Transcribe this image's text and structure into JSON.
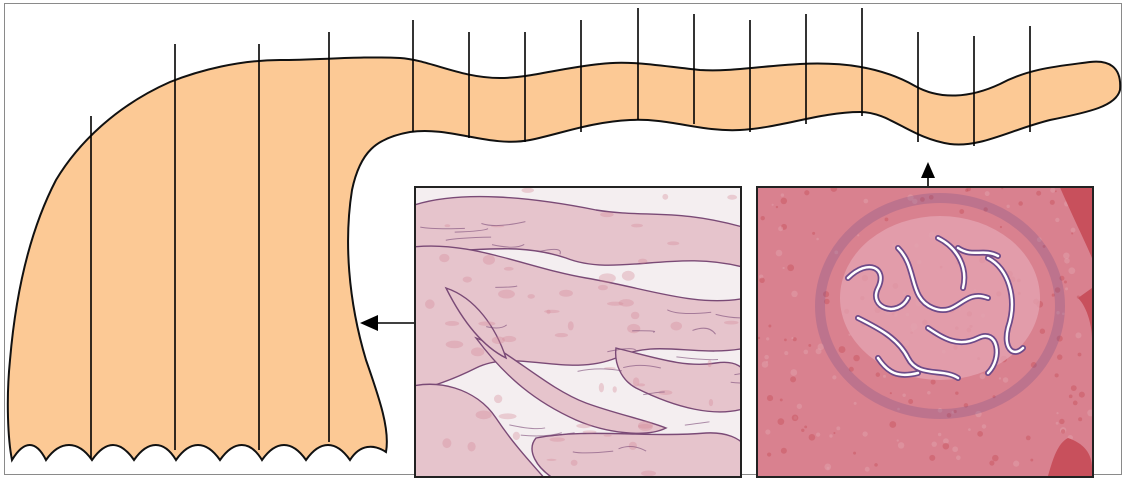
{
  "diagram": {
    "shape_fill": "#fcc995",
    "outline_color": "#111111",
    "section_line_color": "#000000",
    "arrow_color": "#000000"
  },
  "micrographs": [
    {
      "name": "left-micrograph",
      "stain": "H&E",
      "palette": {
        "background": "#f4eef0",
        "tissue": "#e6c4cc",
        "edge": "#7a4a76",
        "accent": "#d38a98"
      }
    },
    {
      "name": "right-micrograph",
      "stain": "H&E",
      "palette": {
        "background": "#d9818f",
        "tissue": "#e3a3b0",
        "gland": "#6d4a88",
        "lumen": "#ffffff",
        "vessel": "#c8505c"
      }
    }
  ]
}
